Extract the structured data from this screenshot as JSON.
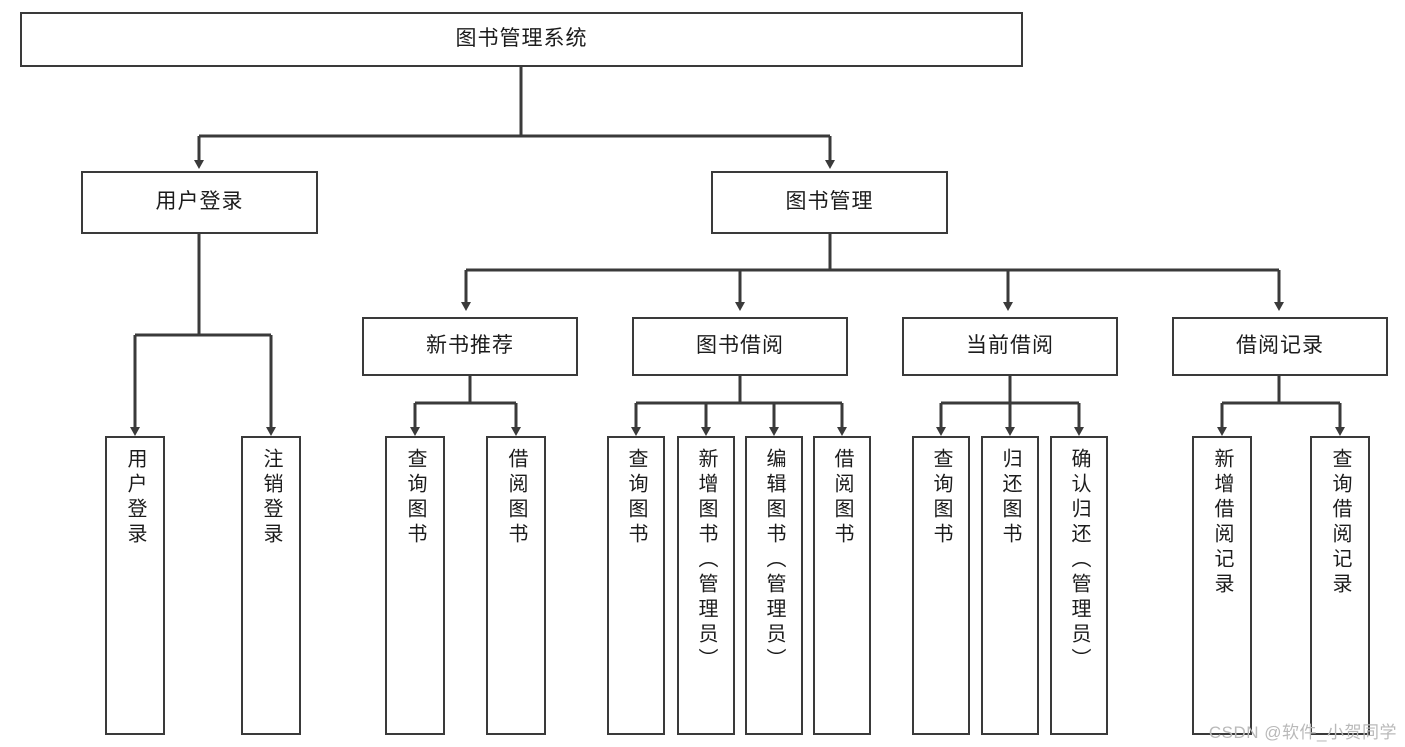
{
  "diagram": {
    "title": "图书管理系统",
    "type": "tree-hierarchy",
    "orientation": "top-down",
    "colors": {
      "box_border": "#3a3a3a",
      "box_fill": "#ffffff",
      "edge": "#3a3a3a",
      "text": "#1c1c1c",
      "watermark": "#b9b9b9",
      "background": "#ffffff"
    }
  },
  "root": {
    "label": "图书管理系统"
  },
  "level1": [
    {
      "label": "用户登录"
    },
    {
      "label": "图书管理"
    }
  ],
  "level2": [
    {
      "label": "新书推荐"
    },
    {
      "label": "图书借阅"
    },
    {
      "label": "当前借阅"
    },
    {
      "label": "借阅记录"
    }
  ],
  "leaves": [
    {
      "label": "用户登录"
    },
    {
      "label": "注销登录"
    },
    {
      "label": "查询图书"
    },
    {
      "label": "借阅图书"
    },
    {
      "label": "查询图书"
    },
    {
      "label": "新增图书（管理员）"
    },
    {
      "label": "编辑图书（管理员）"
    },
    {
      "label": "借阅图书"
    },
    {
      "label": "查询图书"
    },
    {
      "label": "归还图书"
    },
    {
      "label": "确认归还（管理员）"
    },
    {
      "label": "新增借阅记录"
    },
    {
      "label": "查询借阅记录"
    }
  ],
  "watermark": {
    "text": "CSDN @软件_小贺同学"
  }
}
